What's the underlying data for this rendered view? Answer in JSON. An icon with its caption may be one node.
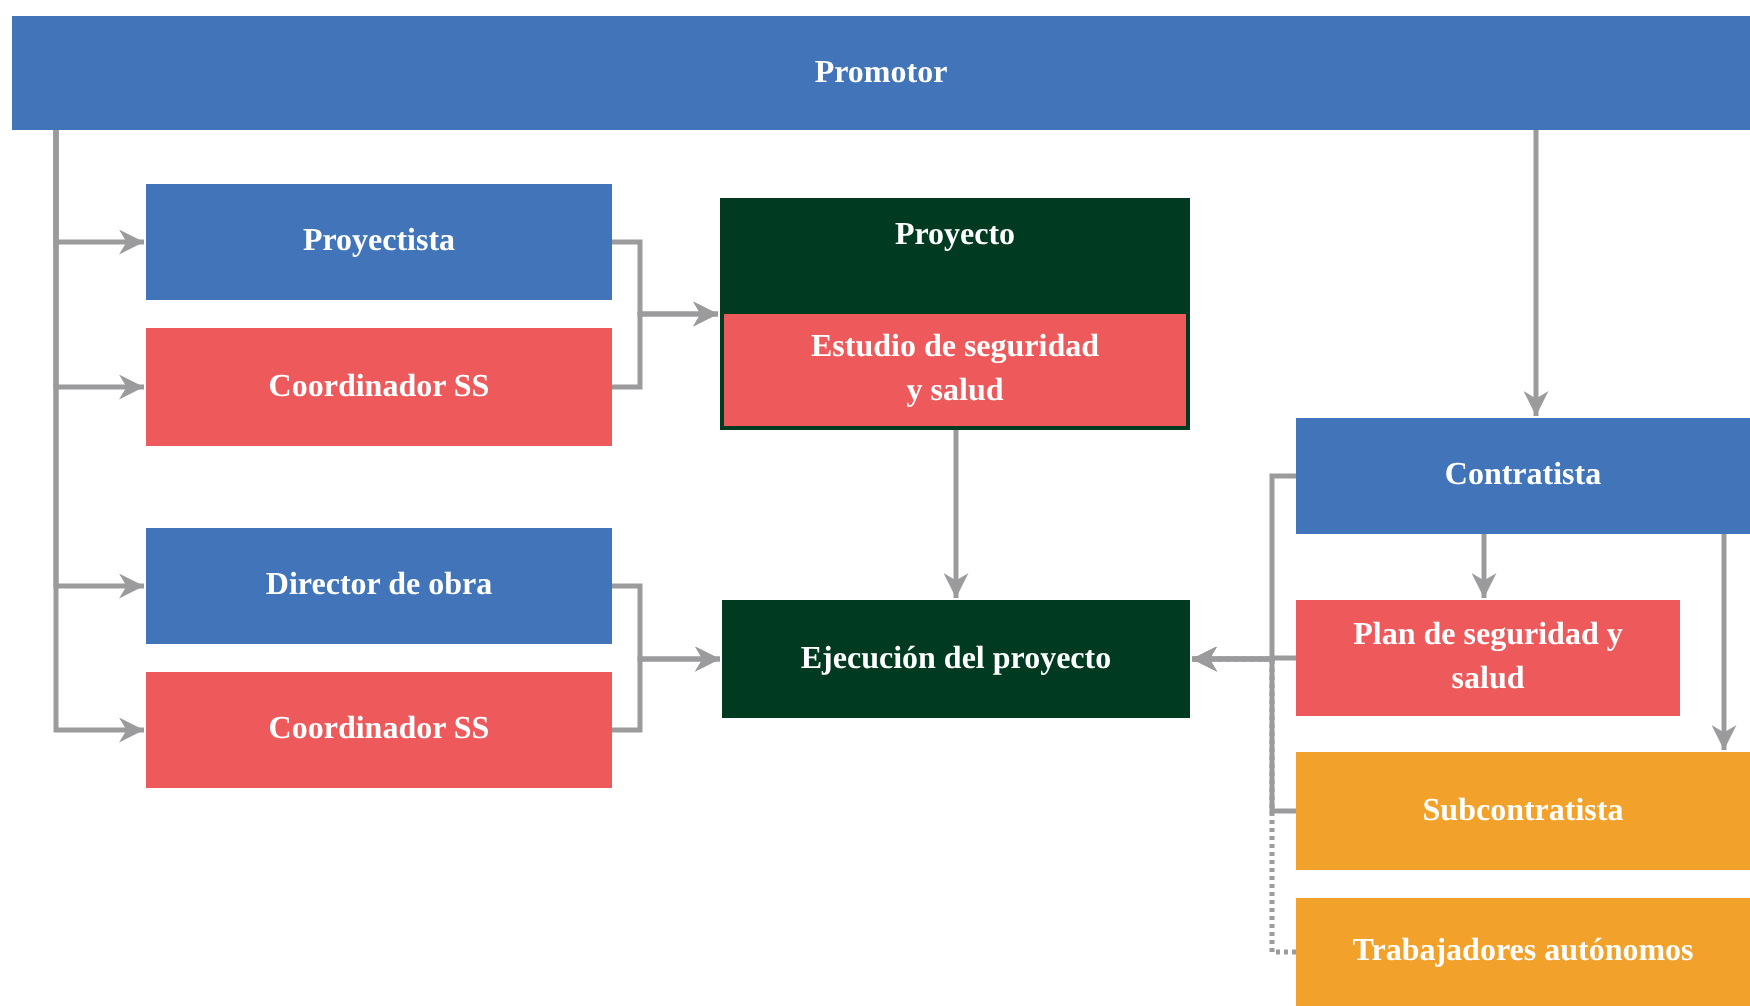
{
  "diagram": {
    "nodes": [
      {
        "text": [
          "Promotor"
        ]
      },
      {
        "text": [
          "Proyectista"
        ]
      },
      {
        "text": [
          "Coordinador SS"
        ]
      },
      {
        "text": [
          "Director de obra"
        ]
      },
      {
        "text": [
          "Coordinador SS"
        ]
      },
      {
        "text": [
          "Proyecto"
        ]
      },
      {
        "text": [
          "Estudio de seguridad y salud"
        ],
        "in": 5
      },
      {
        "text": [
          "Ejecución del proyecto"
        ]
      },
      {
        "text": [
          "Contratista"
        ]
      },
      {
        "text": [
          "Plan de seguridad y salud"
        ]
      },
      {
        "text": [
          "Subcontratista"
        ]
      },
      {
        "text": [
          "Trabajadores autónomos"
        ]
      }
    ],
    "edges": [
      {
        "from": 0,
        "to": 1,
        "arrow": "to"
      },
      {
        "from": 0,
        "to": 2,
        "arrow": "to"
      },
      {
        "from": 0,
        "to": 3,
        "arrow": "to"
      },
      {
        "from": 0,
        "to": 4,
        "arrow": "to"
      },
      {
        "from": 0,
        "to": 8,
        "arrow": "to"
      },
      {
        "from": 1,
        "to": 5,
        "arrow": "to"
      },
      {
        "from": 2,
        "to": 5,
        "arrow": "to"
      },
      {
        "from": 3,
        "to": 7,
        "arrow": "to"
      },
      {
        "from": 4,
        "to": 7,
        "arrow": "to"
      },
      {
        "from": 5,
        "to": 7,
        "arrow": "to"
      },
      {
        "from": 8,
        "to": 9,
        "arrow": "to"
      },
      {
        "from": 8,
        "to": 10,
        "arrow": "to"
      },
      {
        "from": 8,
        "to": 7,
        "arrow": "to"
      },
      {
        "from": 9,
        "to": 7,
        "arrow": "to"
      },
      {
        "from": 10,
        "to": 7,
        "arrow": "to"
      },
      {
        "from": 11,
        "to": 7,
        "arrow": "to",
        "style": "dashed"
      }
    ]
  }
}
